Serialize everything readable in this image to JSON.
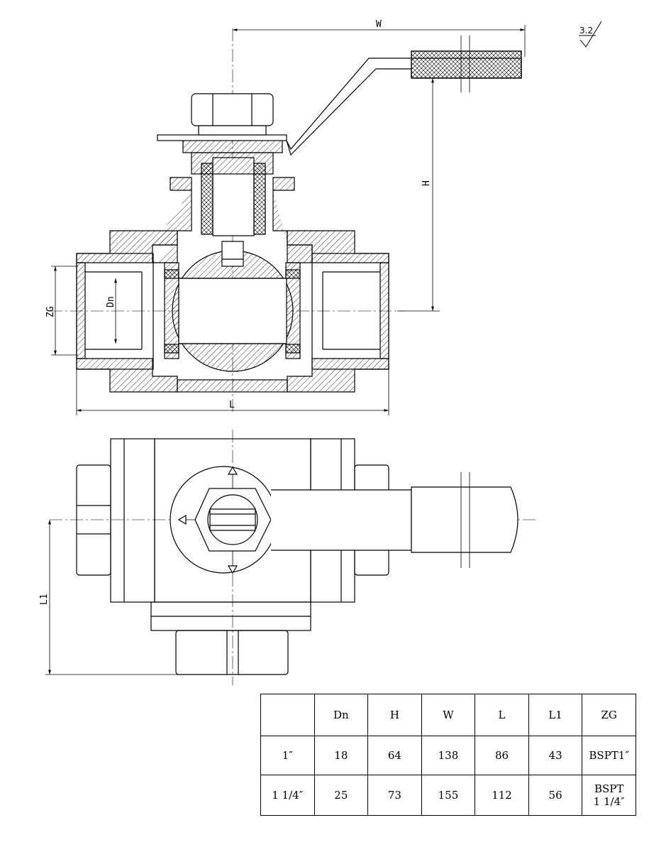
{
  "dimensions": {
    "w": "W",
    "h": "H",
    "l": "L",
    "l1": "L1",
    "zg": "ZG",
    "dn": "Dn"
  },
  "roughness": "3.2",
  "table": {
    "headers": [
      "",
      "Dn",
      "H",
      "W",
      "L",
      "L1",
      "ZG"
    ],
    "rows": [
      [
        "1″",
        "18",
        "64",
        "138",
        "86",
        "43",
        "BSPT1″"
      ],
      [
        "1 1/4″",
        "25",
        "73",
        "155",
        "112",
        "56",
        "BSPT\n1 1/4″"
      ]
    ]
  }
}
